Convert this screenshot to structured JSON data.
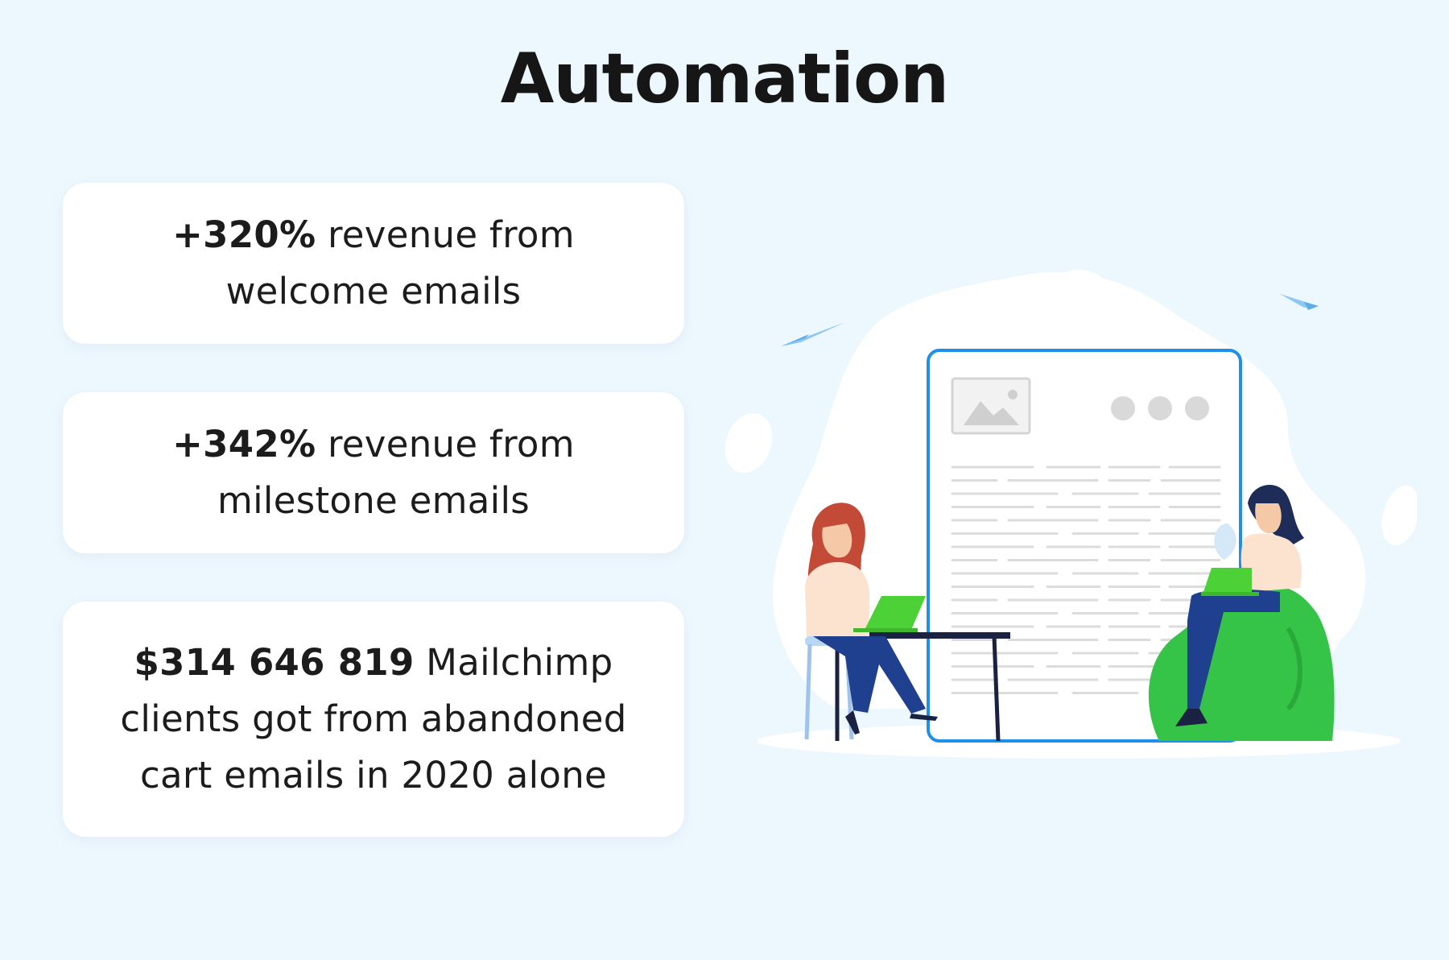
{
  "title": "Automation",
  "stats": [
    {
      "highlight": "+320%",
      "text": " revenue from\nwelcome emails"
    },
    {
      "highlight": "+342%",
      "text": " revenue from\nmilestone emails"
    },
    {
      "highlight": "$314 646 819",
      "text": " Mailchimp\nclients got from abandoned\ncart emails in 2020 alone"
    }
  ],
  "illustration": {
    "icons": [
      "image-placeholder-icon",
      "paper-plane-icon",
      "laptop-icon"
    ],
    "colors": {
      "document_border": "#1e90ea",
      "bean_bag": "#35c448",
      "laptop": "#4cd137",
      "pants": "#1f3f8f",
      "hair_left": "#c24a37",
      "hair_right": "#1e2c58",
      "blob": "#ffffff"
    }
  }
}
